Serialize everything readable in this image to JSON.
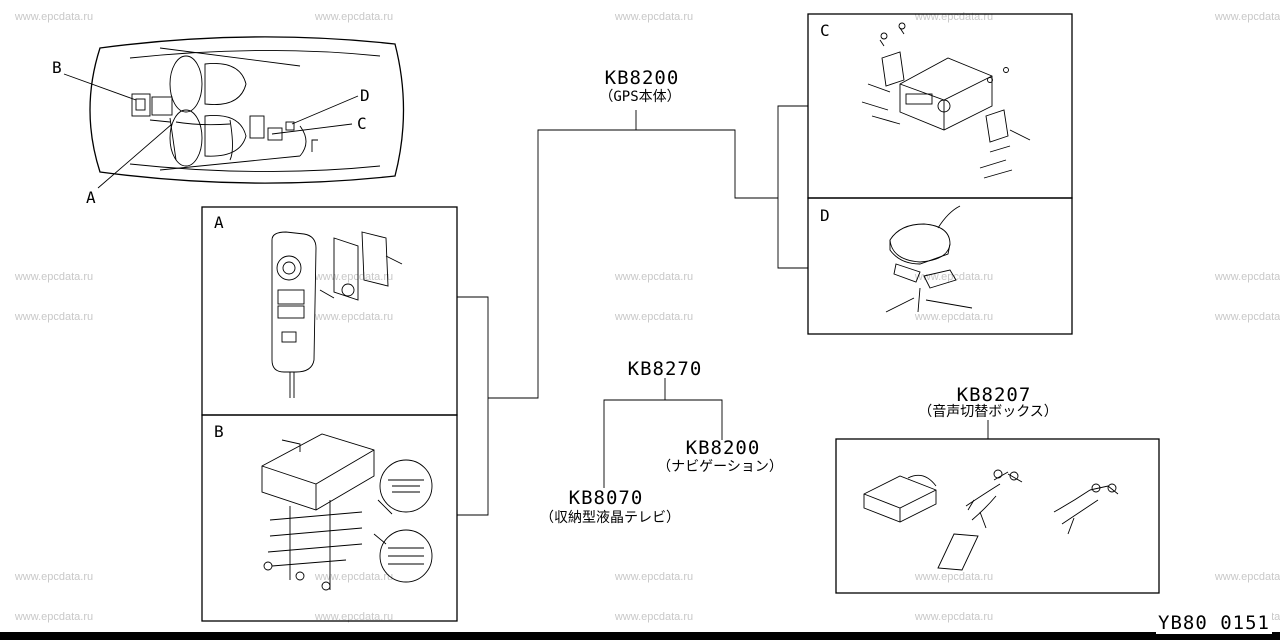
{
  "watermark": "www.epcdata.ru",
  "footer_code": "YB80 0151",
  "car_callouts": {
    "a": "A",
    "b": "B",
    "c": "C",
    "d": "D"
  },
  "box_letters": {
    "a": "A",
    "b": "B",
    "c": "C",
    "d": "D"
  },
  "parts": {
    "gps": {
      "code": "KB8200",
      "name": "（GPS本体）"
    },
    "tv_group": {
      "code": "KB8270"
    },
    "navigation": {
      "code": "KB8200",
      "name": "（ナビゲーション）"
    },
    "tv": {
      "code": "KB8070",
      "name": "（収納型液晶テレビ）"
    },
    "audio_switch": {
      "code": "KB8207",
      "name": "（音声切替ボックス）"
    }
  }
}
